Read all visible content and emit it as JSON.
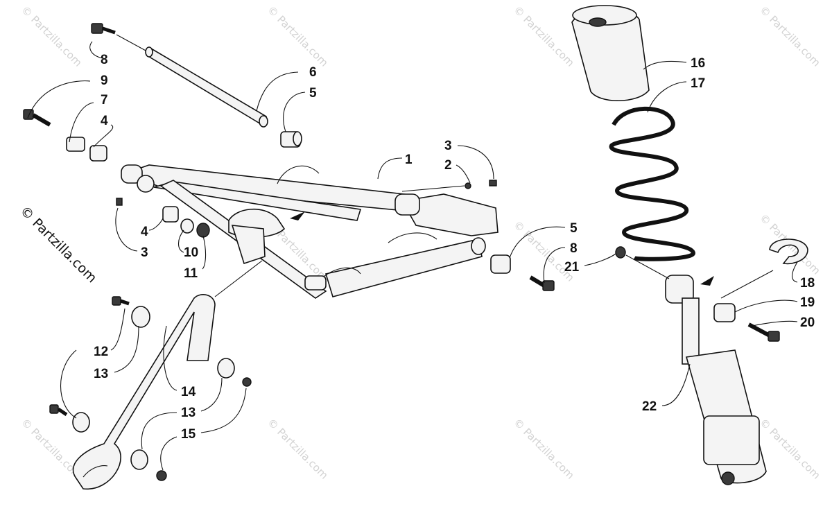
{
  "watermark": {
    "text": "© Partzilla.com",
    "brand_text": "© Partzilla.com"
  },
  "callouts": [
    "8",
    "9",
    "7",
    "4",
    "6",
    "5",
    "1",
    "3",
    "2",
    "4",
    "3",
    "10",
    "11",
    "5",
    "8",
    "21",
    "16",
    "17",
    "18",
    "19",
    "20",
    "12",
    "13",
    "14",
    "13",
    "15",
    "22"
  ]
}
